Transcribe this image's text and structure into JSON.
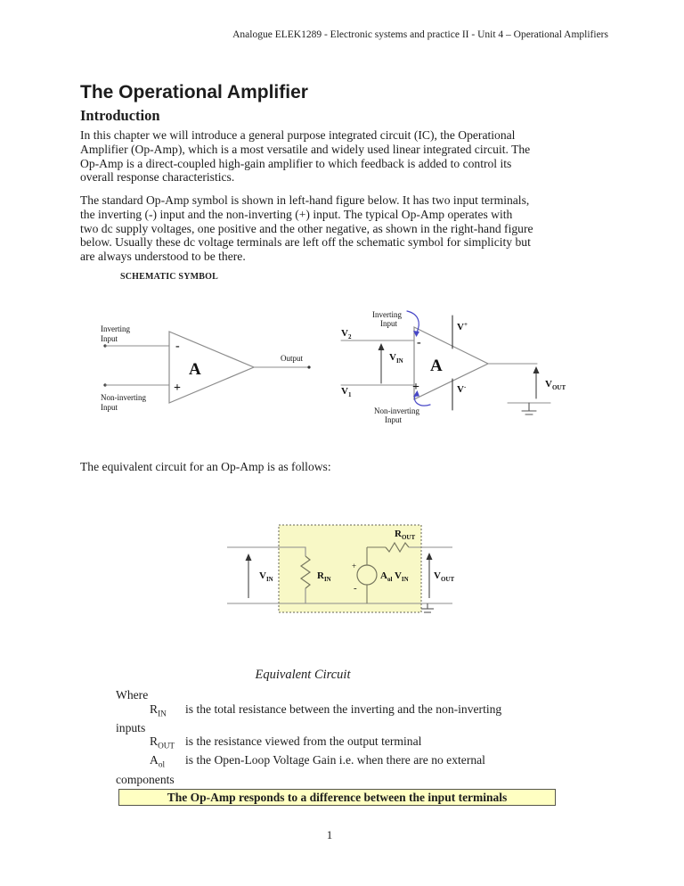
{
  "page": {
    "header": "Analogue ELEK1289 - Electronic systems and practice II - Unit 4 – Operational Amplifiers",
    "title": "The Operational Amplifier",
    "number": "1"
  },
  "colors": {
    "equivalent_box_fill": "#f8f8c6",
    "callout_background": "#ffffc2",
    "annotation_arrow_blue": "#4747c7",
    "wire_gray": "#8c8c8c"
  },
  "intro": {
    "heading": "Introduction",
    "para1": "In this chapter we will introduce a general purpose integrated circuit (IC), the Operational\nAmplifier (Op-Amp), which is a most versatile and widely used linear integrated circuit.  The\nOp-Amp is a direct-coupled high-gain amplifier to which feedback is added to control its\noverall response characteristics.",
    "para2": "The standard Op-Amp symbol is shown in left-hand figure below.  It has two input terminals,\nthe inverting (-) input and the non-inverting (+) input.  The typical Op-Amp operates with\ntwo dc supply voltages, one positive and the other negative, as shown in the right-hand figure\nbelow.  Usually these dc voltage terminals are left off the schematic symbol for simplicity but\nare always understood to be there.",
    "schematic_label": "SCHEMATIC SYMBOL"
  },
  "fig_symbol": {
    "left": {
      "inverting_line1": "Inverting",
      "inverting_line2": "Input",
      "noninverting_line1": "Non-inverting",
      "noninverting_line2": "Input",
      "minus": "-",
      "plus": "+",
      "gain": "A",
      "output_label": "Output"
    },
    "right": {
      "v2": "V",
      "v2_sub": "2",
      "v1": "V",
      "v1_sub": "1",
      "vin": "V",
      "vin_sub": "IN",
      "vplus": "V",
      "vplus_sup": "+",
      "vminus": "V",
      "vminus_sup": "-",
      "vout": "V",
      "vout_sub": "OUT",
      "inverting_line1": "Inverting",
      "inverting_line2": "Input",
      "noninverting_line1": "Non-inverting",
      "noninverting_line2": "Input",
      "minus": "-",
      "plus": "+",
      "gain": "A"
    }
  },
  "equivalent": {
    "lead_text": "The equivalent circuit for an Op-Amp is as follows:",
    "caption": "Equivalent Circuit",
    "fig": {
      "vin": "V",
      "vin_sub": "IN",
      "rin": "R",
      "rin_sub": "IN",
      "rout": "R",
      "rout_sub": "OUT",
      "aol": "A",
      "aol_sub": "ol",
      "aol_v": "V",
      "aol_v_sub": "IN",
      "vout": "V",
      "vout_sub": "OUT",
      "plus": "+",
      "minus": "-"
    }
  },
  "definitions": {
    "where": "Where",
    "rows": [
      {
        "sym": "R",
        "sub": "IN",
        "desc": "is the total resistance between the inverting and the non-inverting"
      },
      {
        "sym": "R",
        "sub": "OUT",
        "desc": "is the resistance viewed from the output terminal"
      },
      {
        "sym": "A",
        "sub": "ol",
        "desc": "is the Open-Loop Voltage Gain i.e. when there are no external"
      }
    ],
    "wrap1": "inputs",
    "wrap2": "components"
  },
  "callout": "The Op-Amp responds to a difference between the input terminals"
}
